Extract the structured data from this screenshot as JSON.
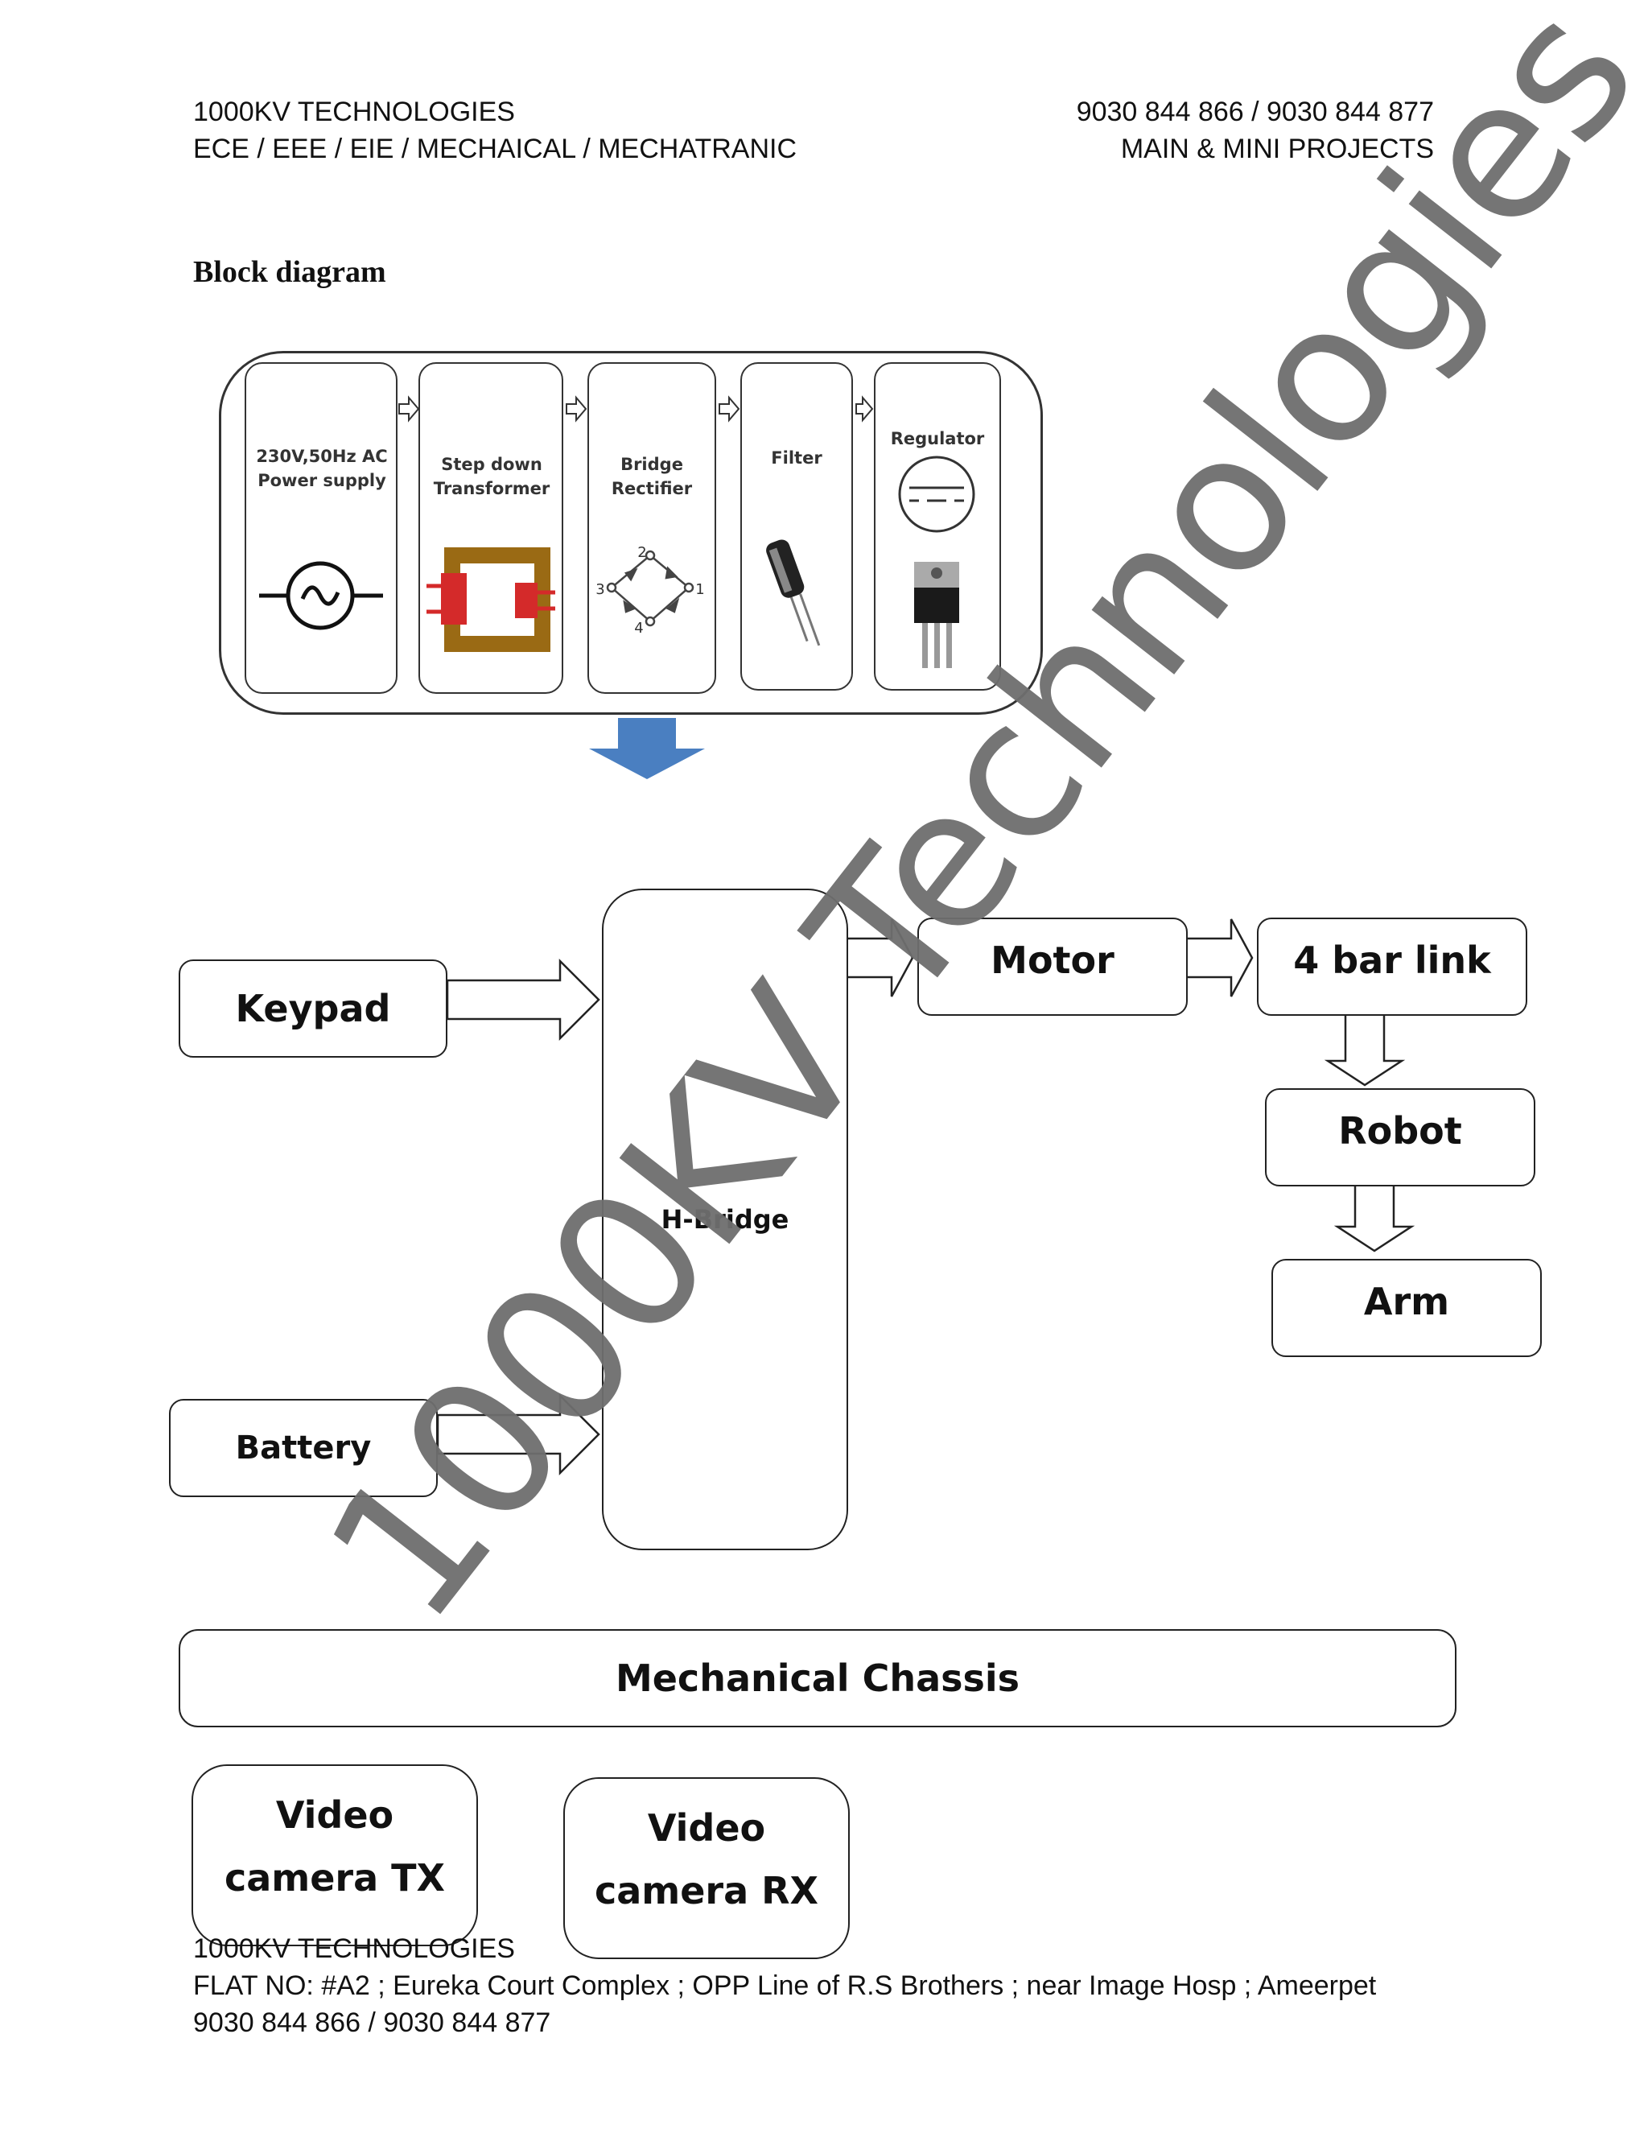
{
  "header": {
    "company": "1000KV TECHNOLOGIES",
    "branches": "ECE / EEE / EIE / MECHAICAL / MECHATRANIC",
    "phones": "9030 844 866 / 9030 844 877",
    "projects": "MAIN & MINI PROJECTS"
  },
  "section_title": "Block diagram",
  "power_supply": {
    "stages": [
      {
        "label": "230V,50Hz AC Power supply",
        "icon": "ac-source-icon"
      },
      {
        "label": "Step down Transformer",
        "icon": "transformer-icon"
      },
      {
        "label": "Bridge Rectifier",
        "icon": "bridge-rectifier-icon",
        "pins": [
          "1",
          "2",
          "3",
          "4"
        ]
      },
      {
        "label": "Filter",
        "icon": "capacitor-icon"
      },
      {
        "label": "Regulator",
        "icon": "regulator-icon"
      }
    ]
  },
  "blocks": {
    "keypad": "Keypad",
    "battery": "Battery",
    "hbridge": "H-Bridge",
    "motor": "Motor",
    "fourbar": "4 bar link",
    "robot": "Robot",
    "arm": "Arm",
    "chassis": "Mechanical  Chassis",
    "video_tx_line1": "Video",
    "video_tx_line2": "camera  TX",
    "video_rx_line1": "Video",
    "video_rx_line2": "camera  RX"
  },
  "watermark": "1000KV Technologies",
  "footer": {
    "company": "1000KV TECHNOLOGIES",
    "address": "FLAT NO: #A2 ; Eureka Court Complex ; OPP Line of R.S Brothers ; near Image Hosp ; Ameerpet",
    "phones": "9030 844 866 / 9030 844 877"
  },
  "colors": {
    "arrow_blue": "#4a7fc1",
    "watermark": "#6e6e6e",
    "transformer_core": "#9a6a14",
    "transformer_coil": "#d42a2a"
  }
}
